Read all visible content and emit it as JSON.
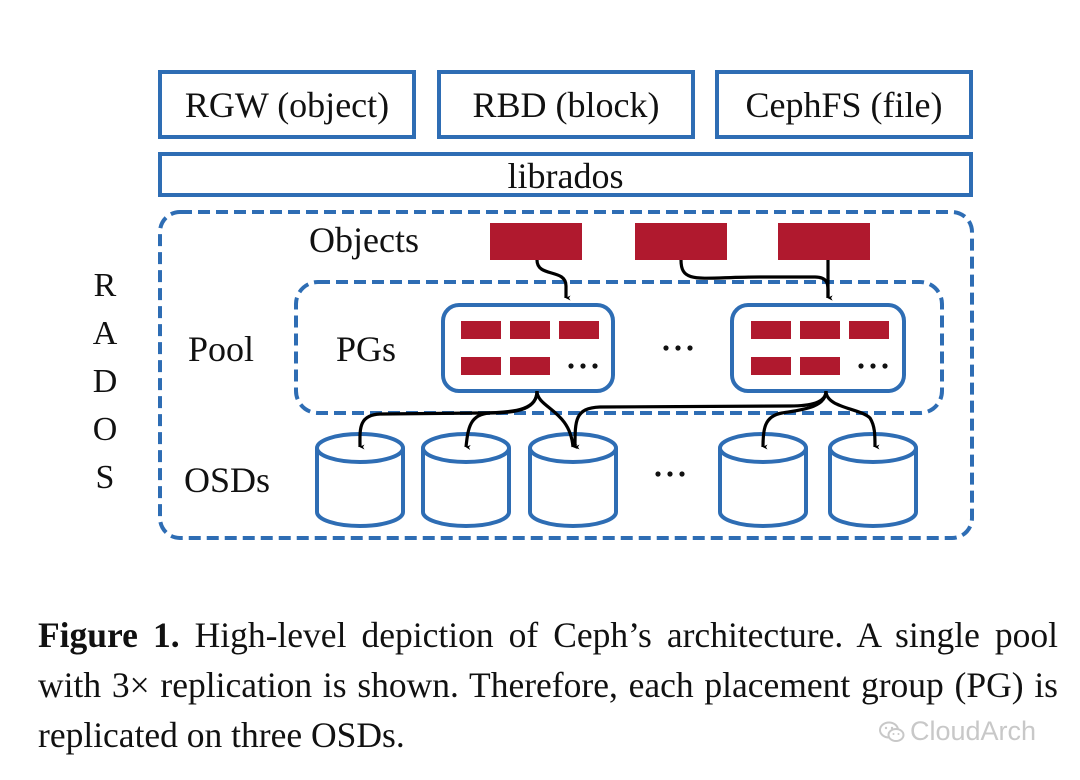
{
  "diagram": {
    "interfaces": [
      {
        "label": "RGW (object)"
      },
      {
        "label": "RBD (block)"
      },
      {
        "label": "CephFS (file)"
      }
    ],
    "librados": "librados",
    "rados_label": [
      "R",
      "A",
      "D",
      "O",
      "S"
    ],
    "objects_label": "Objects",
    "pool_label": "Pool",
    "pgs_label": "PGs",
    "osds_label": "OSDs",
    "ellipsis": "...",
    "object_count_shown": 3,
    "pg_count_shown": 2,
    "osd_count_shown": 5,
    "replication_factor": 3,
    "colors": {
      "outline_blue": "#2e6db4",
      "object_red": "#b0192e",
      "arrow_black": "#000000"
    }
  },
  "caption": {
    "figure_label": "Figure 1.",
    "text": " High-level depiction of Ceph’s architecture. A single pool with 3× replication is shown. Therefore, each placement group (PG) is replicated on three OSDs."
  },
  "watermark": {
    "text": "CloudArch",
    "icon": "wechat-icon"
  }
}
